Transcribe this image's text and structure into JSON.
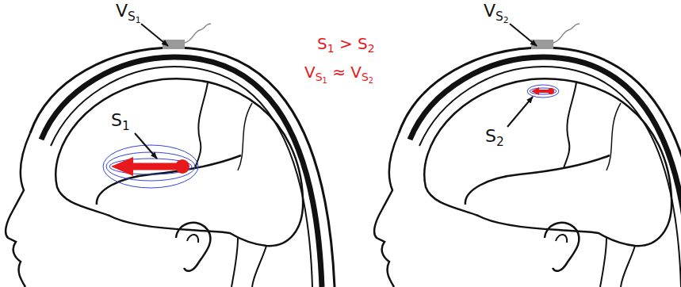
{
  "diagram": {
    "labels": [
      "VS1",
      "S1 > S2",
      "VS1 ≈ VS2",
      "VS2",
      "S1",
      "S2"
    ]
  }
}
